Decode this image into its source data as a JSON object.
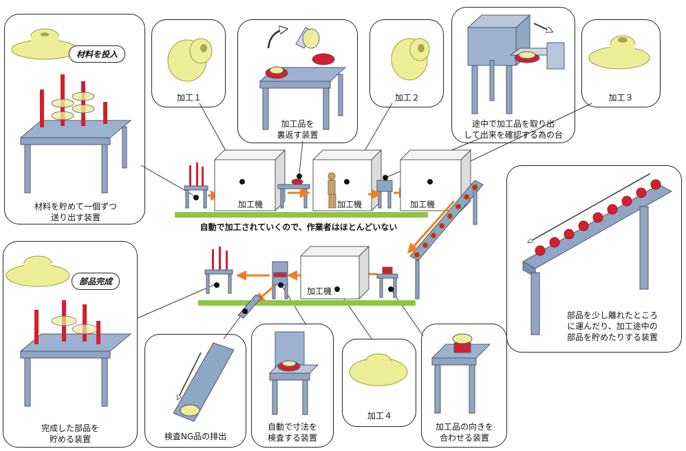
{
  "tags": {
    "input_material": "材料を投入",
    "part_done": "部品完成"
  },
  "feeder": {
    "line1": "材料を貯めて一個ずつ",
    "line2": "送り出す装置"
  },
  "proc1": {
    "label": "加工１"
  },
  "flipper": {
    "line1": "加工品を",
    "line2": "裏返す装置"
  },
  "proc2": {
    "label": "加工２"
  },
  "check_table": {
    "line1": "途中で加工品を取り出",
    "line2": "して出来を確認する為の台"
  },
  "proc3": {
    "label": "加工３"
  },
  "conveyor": {
    "line1": "部品を少し離れたところ",
    "line2": "に運んだり、加工途中の",
    "line3": "部品を貯めたりする装置"
  },
  "machines": {
    "m1": "加工機",
    "m2": "加工機",
    "m3": "加工機",
    "m4": "加工機"
  },
  "auto_note": "自動で加工されていくので、作業者はほとんどいない",
  "storage": {
    "line1": "完成した部品を",
    "line2": "貯める装置"
  },
  "ng_chute": {
    "label": "検査NG品の排出"
  },
  "inspector": {
    "line1": "自動で寸法を",
    "line2": "検査する装置"
  },
  "proc4": {
    "label": "加工４"
  },
  "orienter": {
    "line1": "加工品の向きを",
    "line2": "合わせる装置"
  },
  "colors": {
    "green_line": "#8dc63f",
    "arrow": "#f07f20",
    "steel": "#8fa6c4",
    "part": "#eeee99",
    "red": "#d22030"
  }
}
